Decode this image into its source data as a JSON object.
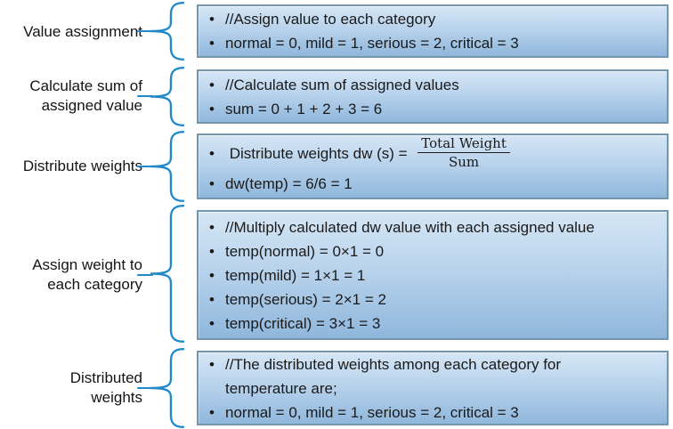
{
  "colors": {
    "brace": "#2189C9",
    "box_border": "#7495AA",
    "box_fill_top": "#D5E6F5",
    "box_fill_bottom": "#8FB7DC",
    "text": "#1A1A1A",
    "background": "#FFFFFF"
  },
  "icons": {
    "brace": "left-curly-brace"
  },
  "labels": [
    {
      "lines": [
        "Value assignment"
      ]
    },
    {
      "lines": [
        "Calculate sum of",
        "assigned value"
      ]
    },
    {
      "lines": [
        "Distribute weights"
      ]
    },
    {
      "lines": [
        "Assign weight to",
        "each category"
      ]
    },
    {
      "lines": [
        "Distributed",
        "weights"
      ]
    }
  ],
  "boxes": [
    {
      "bullets": [
        "//Assign value to each category",
        "normal = 0, mild = 1, serious = 2, critical = 3"
      ]
    },
    {
      "bullets": [
        "//Calculate sum of assigned values",
        "sum = 0 + 1 + 2 + 3 = 6"
      ]
    },
    {
      "formula_prefix": "Distribute weights dw (s) =",
      "fraction_numerator": "Total Weight",
      "fraction_denominator": "Sum",
      "bullet2": "dw(temp) = 6/6 = 1"
    },
    {
      "bullets": [
        "//Multiply calculated dw value with each assigned value",
        "temp(normal) = 0×1 = 0",
        "temp(mild) = 1×1 = 1",
        "temp(serious) = 2×1 = 2",
        "temp(critical) = 3×1 = 3"
      ]
    },
    {
      "bullet1_line1": "//The distributed weights among each category for",
      "bullet1_line2": "temperature are;",
      "bullet2": "normal = 0, mild = 1, serious = 2, critical = 3"
    }
  ]
}
